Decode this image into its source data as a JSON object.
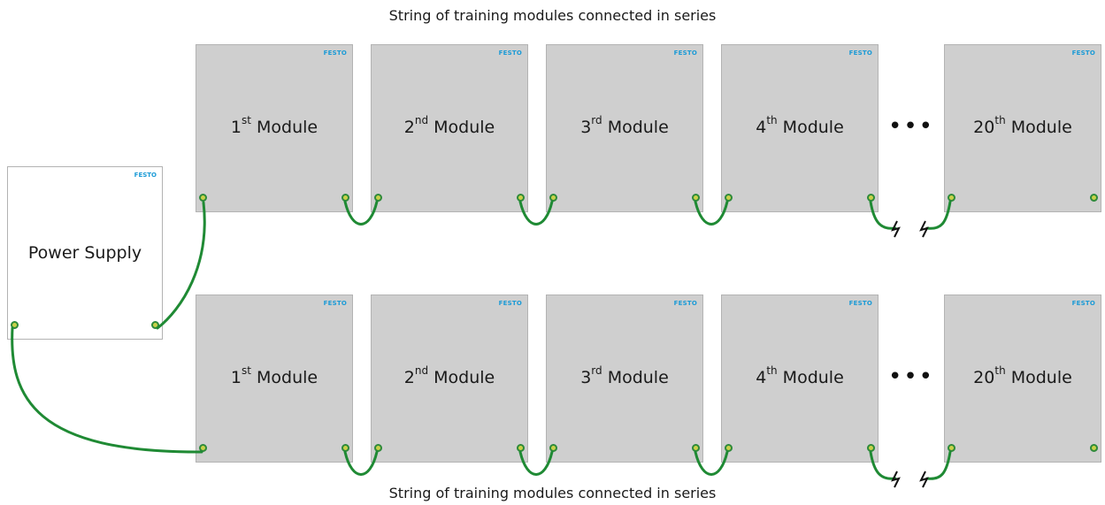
{
  "caption_top": "String of training modules connected in series",
  "caption_bottom": "String of training modules connected in series",
  "brand": "FESTO",
  "power_supply": {
    "label": "Power Supply"
  },
  "ellipsis": "•••",
  "rows": [
    {
      "name": "top-row",
      "modules": [
        {
          "num": "1",
          "suffix": "st",
          "word": "Module"
        },
        {
          "num": "2",
          "suffix": "nd",
          "word": "Module"
        },
        {
          "num": "3",
          "suffix": "rd",
          "word": "Module"
        },
        {
          "num": "4",
          "suffix": "th",
          "word": "Module"
        },
        {
          "num": "20",
          "suffix": "th",
          "word": "Module"
        }
      ]
    },
    {
      "name": "bottom-row",
      "modules": [
        {
          "num": "1",
          "suffix": "st",
          "word": "Module"
        },
        {
          "num": "2",
          "suffix": "nd",
          "word": "Module"
        },
        {
          "num": "3",
          "suffix": "rd",
          "word": "Module"
        },
        {
          "num": "4",
          "suffix": "th",
          "word": "Module"
        },
        {
          "num": "20",
          "suffix": "th",
          "word": "Module"
        }
      ]
    }
  ],
  "colors": {
    "cable": "#1f8a34",
    "module_fill": "#cfcfcf",
    "brand": "#1a9ad6",
    "port": "#c9d24a"
  }
}
